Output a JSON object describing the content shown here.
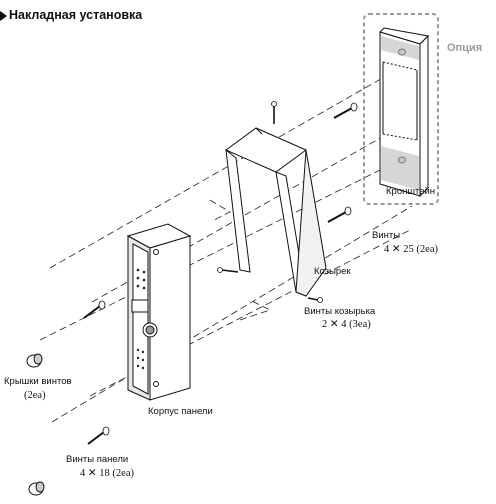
{
  "title": "Накладная установка",
  "labels": {
    "option": "Опция",
    "bracket": "Кронштейн",
    "screws": "Винты",
    "screws_spec": "4 ✕ 25 (2ea)",
    "hood": "Козырек",
    "hood_screws": "Винты козырька",
    "hood_screws_spec": "2 ✕ 4 (3ea)",
    "screw_caps": "Крышки винтов",
    "screw_caps_count": "(2ea)",
    "panel_body": "Корпус панели",
    "panel_screws": "Винты панели",
    "panel_screws_spec": "4 ✕ 18 (2ea)"
  }
}
